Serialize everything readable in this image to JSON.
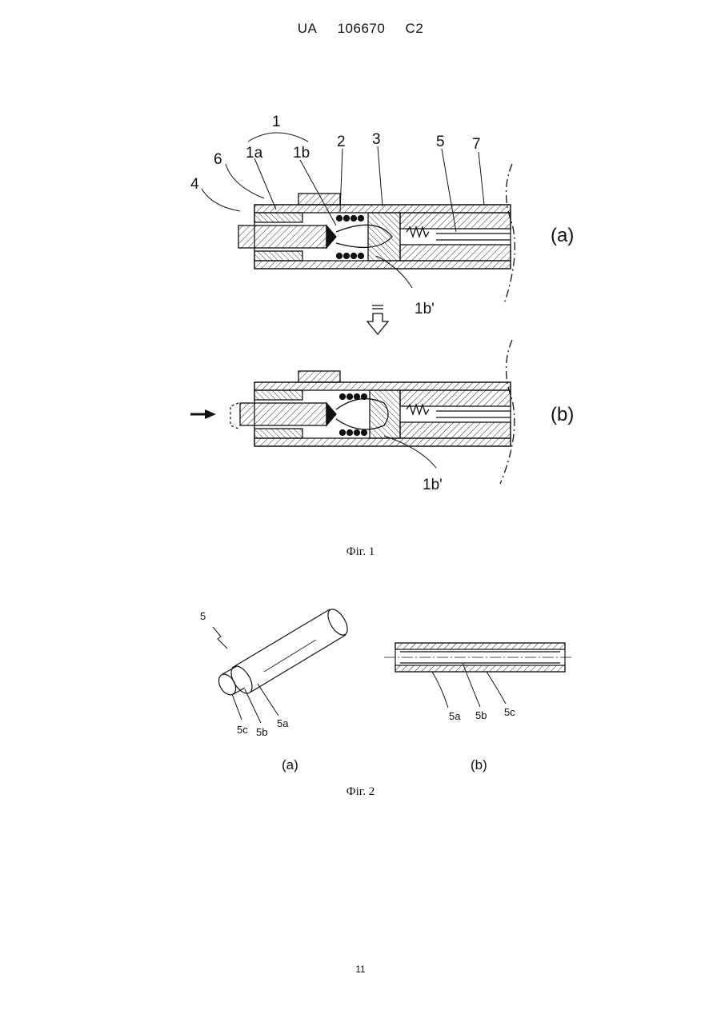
{
  "header": {
    "office": "UA",
    "patent_number": "106670",
    "kind_code": "C2"
  },
  "figure1": {
    "caption": "Фіг. 1",
    "labels": {
      "l1": "1",
      "l1a": "1a",
      "l1b": "1b",
      "l2": "2",
      "l3": "3",
      "l4": "4",
      "l5": "5",
      "l6": "6",
      "l7": "7",
      "view_a": "(a)",
      "view_b": "(b)",
      "l1b_prime_a": "1b'",
      "l1b_prime_b": "1b'"
    }
  },
  "figure2": {
    "caption": "Фіг. 2",
    "labels": {
      "l5": "5",
      "l5a_a": "5a",
      "l5b_a": "5b",
      "l5c_a": "5c",
      "l5a_b": "5a",
      "l5b_b": "5b",
      "l5c_b": "5c",
      "view_a": "(a)",
      "view_b": "(b)"
    }
  },
  "page_number": "11"
}
